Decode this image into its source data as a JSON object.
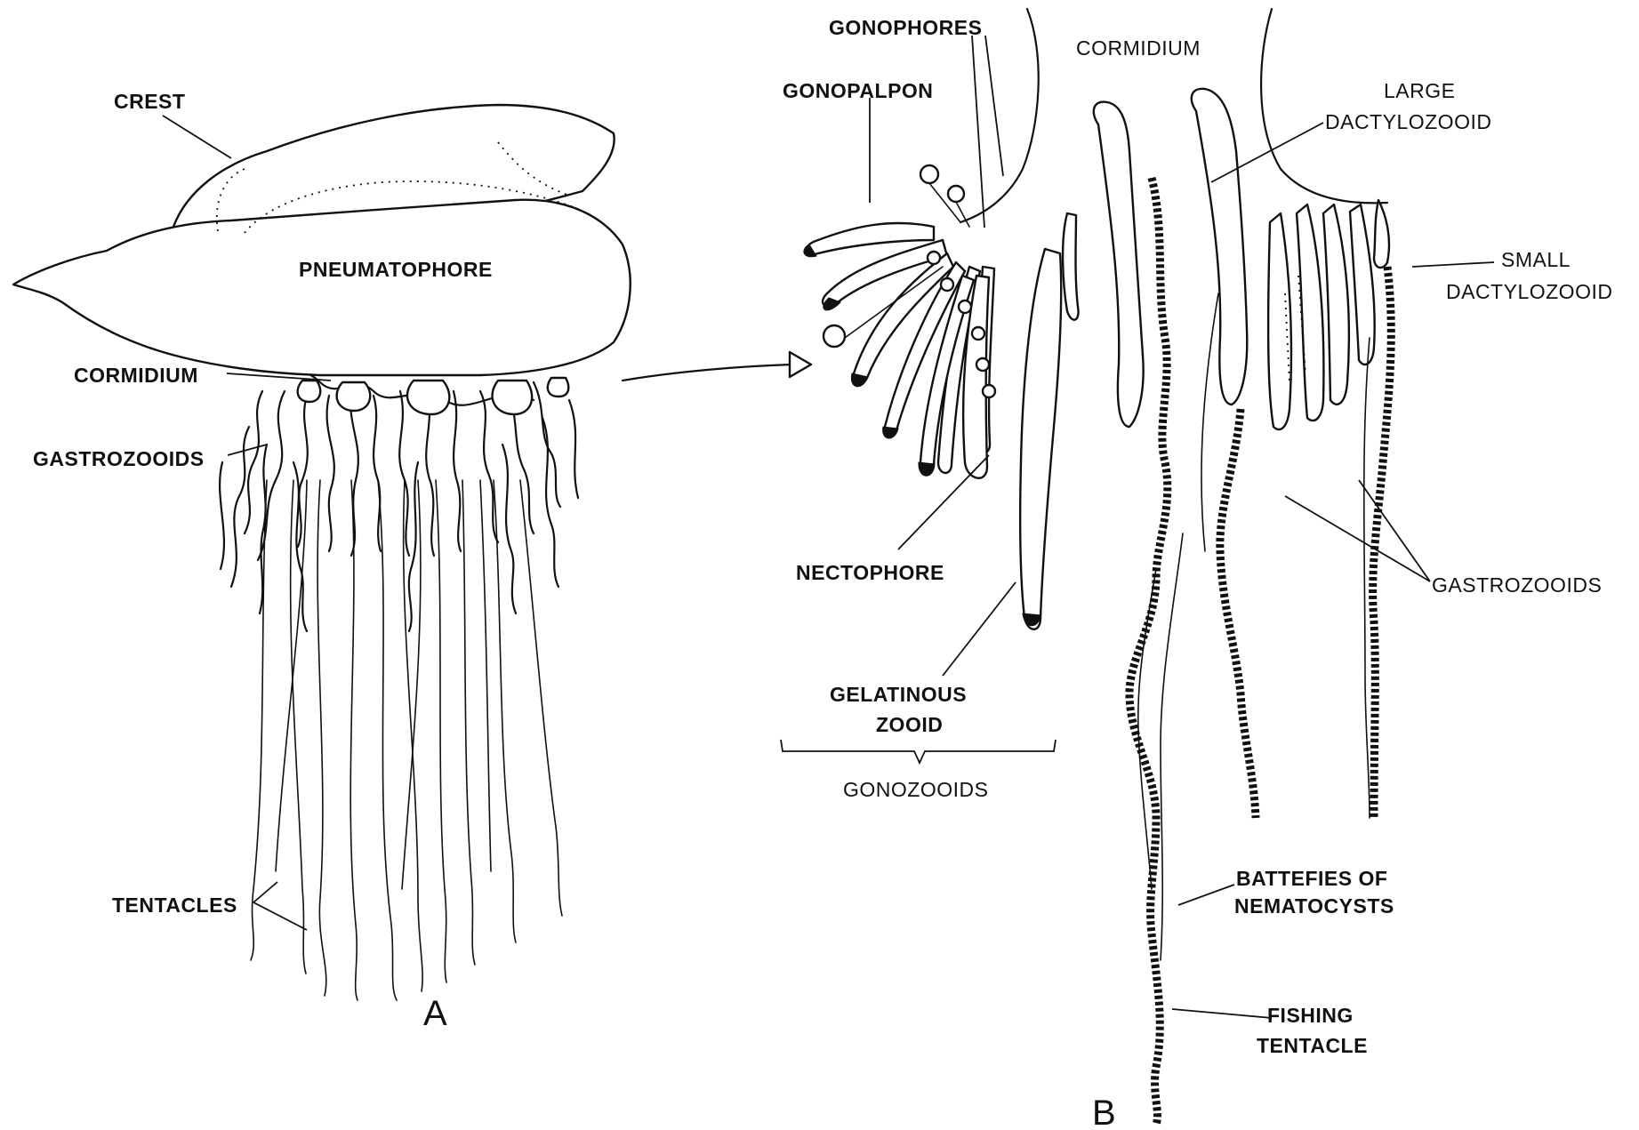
{
  "panels": {
    "a": "A",
    "b": "B"
  },
  "labels_a": {
    "crest": "CREST",
    "pneumatophore": "PNEUMATOPHORE",
    "cormidium": "CORMIDIUM",
    "gastrozooids": "GASTROZOOIDS",
    "tentacles": "TENTACLES"
  },
  "labels_b": {
    "gonophores": "GONOPHORES",
    "cormidium": "CORMIDIUM",
    "gonopalpon": "GONOPALPON",
    "large_dactylozooid_1": "LARGE",
    "large_dactylozooid_2": "DACTYLOZOOID",
    "small_dactylozooid_1": "SMALL",
    "small_dactylozooid_2": "DACTYLOZOOID",
    "nectophore": "NECTOPHORE",
    "gastrozooids": "GASTROZOOIDS",
    "gelatinous_zooid_1": "GELATINOUS",
    "gelatinous_zooid_2": "ZOOID",
    "gonozooids": "GONOZOOIDS",
    "batteries_1": "BATTEFIES OF",
    "batteries_2": "NEMATOCYSTS",
    "fishing_1": "FISHING",
    "fishing_2": "TENTACLE"
  }
}
